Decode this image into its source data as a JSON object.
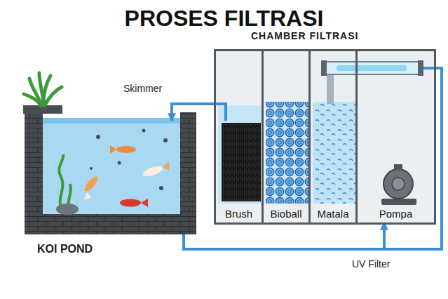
{
  "diagram": {
    "title": "PROSES FILTRASI",
    "nodes": [
      {
        "text": [
          "KOI POND"
        ]
      },
      {
        "text": [
          "CHAMBER FILTRASI"
        ]
      },
      {
        "text": [
          "Brush"
        ],
        "in": 1
      },
      {
        "text": [
          "Bioball"
        ],
        "in": 1
      },
      {
        "text": [
          "Matala"
        ],
        "in": 1
      },
      {
        "text": [
          "Pompa"
        ],
        "in": 1
      }
    ],
    "edges": [
      {
        "from": 2,
        "to": 0,
        "arrow": "to"
      },
      {
        "from": 0,
        "to": 5,
        "arrow": "to"
      }
    ],
    "labels": [
      "Skimmer",
      "UV Filter"
    ]
  }
}
